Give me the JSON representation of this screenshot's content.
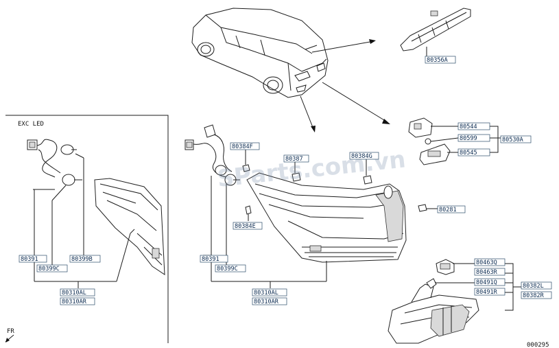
{
  "section_label": "EXC LED",
  "watermark": "SParts.com.vn",
  "fr_label": "FR",
  "diagram_code": "000295",
  "part_labels": {
    "p80356a": "80356A",
    "p80544": "80544",
    "p80599": "80599",
    "p80545": "80545",
    "p80530a": "80530A",
    "p80384f": "80384F",
    "p80387": "80387",
    "p80384g": "80384G",
    "p80384e": "80384E",
    "p80281": "80281",
    "l80391": "80391",
    "l80399b": "80399B",
    "l80399c": "80399C",
    "l80310al": "80310AL",
    "l80310ar": "80310AR",
    "m80391": "80391",
    "m80399c": "80399C",
    "m80310al": "80310AL",
    "m80310ar": "80310AR",
    "p80463q": "80463Q",
    "p80463r": "80463R",
    "p80491q": "80491Q",
    "p80491r": "80491R",
    "p80382l": "80382L",
    "p80382r": "80382R"
  },
  "colors": {
    "label_text": "#0a2a50",
    "line": "#1a1a1a"
  }
}
